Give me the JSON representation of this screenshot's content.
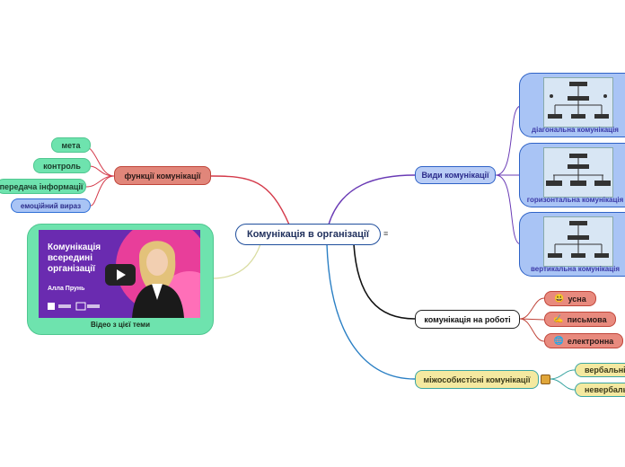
{
  "central": {
    "label": "Комунікація в організації"
  },
  "left_branch": {
    "label": "функції комунікації",
    "items": [
      {
        "label": "мета"
      },
      {
        "label": "контроль"
      },
      {
        "label": "передача інформації"
      },
      {
        "label": "емоційний вираз"
      }
    ]
  },
  "video": {
    "caption": "Відео з цієї теми",
    "title": "Комунікація всередині організації",
    "author": "Алла Прунь"
  },
  "types": {
    "label": "Види комунікації",
    "items": [
      {
        "label": "діагональна комунікація"
      },
      {
        "label": "горизонтальна комунікація"
      },
      {
        "label": "вертикальна комунікація"
      }
    ]
  },
  "work": {
    "label": "комунікація на роботі",
    "items": [
      {
        "label": "усна",
        "icon": "smile-emoji-icon"
      },
      {
        "label": "письмова",
        "icon": "writing-hand-icon"
      },
      {
        "label": "електронна",
        "icon": "globe-icon"
      }
    ]
  },
  "interpersonal": {
    "label": "міжособистісні комунікації",
    "items": [
      {
        "label": "вербальні"
      },
      {
        "label": "невербальні"
      }
    ]
  },
  "colors": {
    "left_branch_line": "#d43a4a",
    "types_line": "#6a3bb5",
    "work_line": "#111111",
    "interpersonal_line": "#2a7fc4",
    "green_leaf": "#6ee3ae",
    "salmon_leaf": "#e88a7e",
    "yellow_leaf": "#f4e9a0",
    "blue_leaf": "#a9c4f5"
  }
}
